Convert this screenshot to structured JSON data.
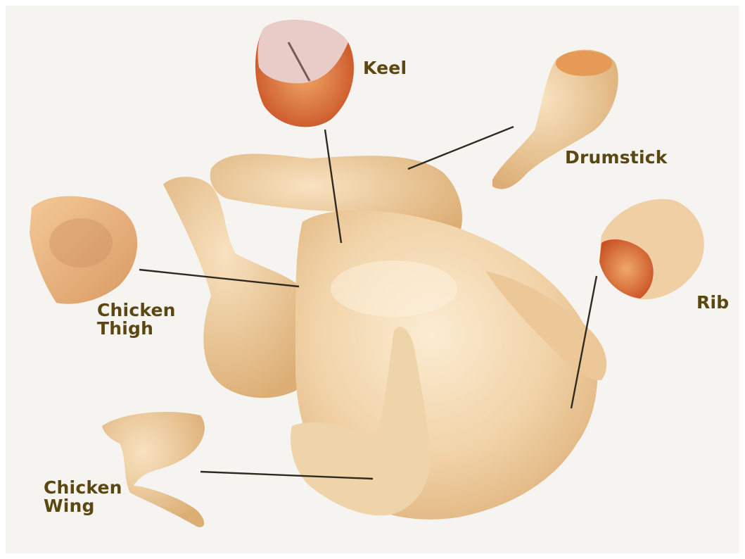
{
  "labels": {
    "keel": "Keel",
    "drumstick": "Drumstick",
    "rib": "Rib",
    "chicken_thigh": [
      "Chicken",
      "Thigh"
    ],
    "chicken_wing": [
      "Chicken",
      "Wing"
    ]
  },
  "colors": {
    "label_text": "#5a4712",
    "leader_line": "#2e2a20",
    "background": "#f6f4f0",
    "skin": "#f3d9b4",
    "skin_shadow": "#e2b987",
    "meat_cut": "#d9652e"
  }
}
